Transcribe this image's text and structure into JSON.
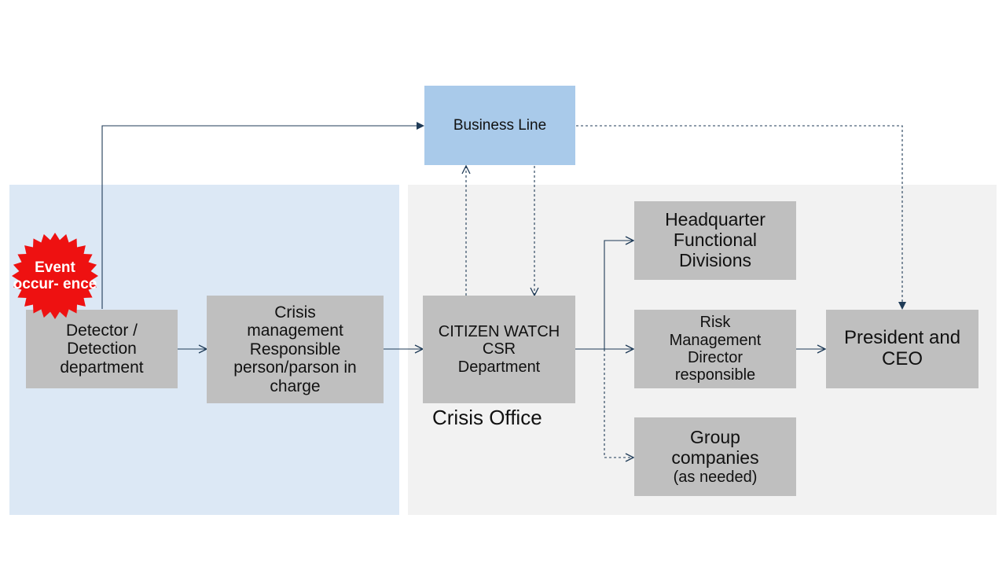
{
  "colors": {
    "left_region": "#dce8f5",
    "right_region": "#f2f2f2",
    "gray_box": "#bfbfbf",
    "business_box": "#a9caea",
    "arrow": "#1f3b57",
    "burst": "#ee1111"
  },
  "event": {
    "line1": "Event",
    "line2": "occur-",
    "line3": "ence"
  },
  "nodes": {
    "detector": {
      "line1": "Detector /",
      "line2": "Detection",
      "line3": "department"
    },
    "crisis_mgmt": {
      "line1": "Crisis",
      "line2": "management",
      "line3": "Responsible",
      "line4": "person/parson in",
      "line5": "charge"
    },
    "citizen": {
      "line1": "CITIZEN WATCH",
      "line2": "CSR",
      "line3": "Department"
    },
    "business_line": {
      "label": "Business Line"
    },
    "hq": {
      "line1": "Headquarter",
      "line2": "Functional",
      "line3": "Divisions"
    },
    "risk": {
      "line1": "Risk",
      "line2": "Management",
      "line3": "Director",
      "line4": "responsible"
    },
    "group": {
      "line1": "Group",
      "line2": "companies",
      "line3": "(as needed)"
    },
    "president": {
      "line1": "President and",
      "line2": "CEO"
    }
  },
  "crisis_office_label": "Crisis Office"
}
